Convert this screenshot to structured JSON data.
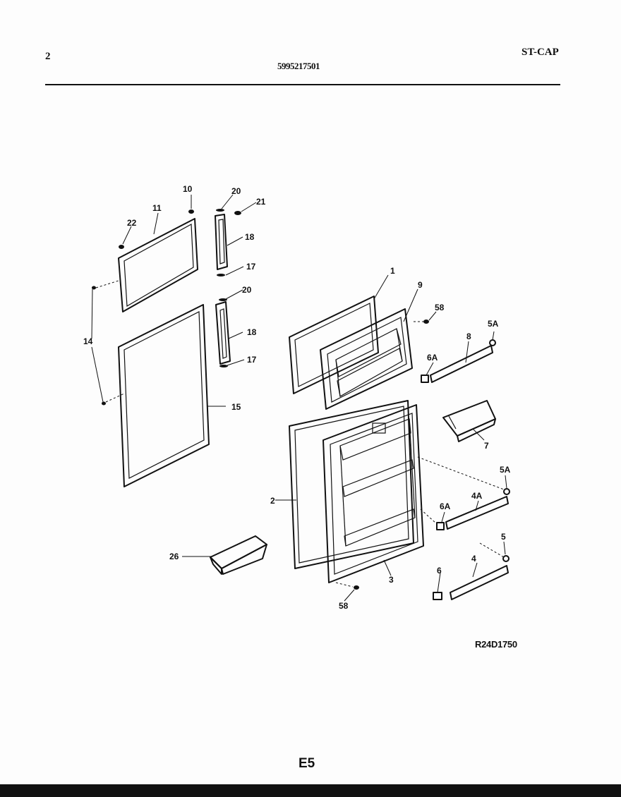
{
  "header": {
    "page_number": "2",
    "model_number": "5995217501",
    "section_code": "ST-CAP"
  },
  "diagram": {
    "reference_code": "R24D1750",
    "footer_label": "E5",
    "part_labels": {
      "p10": "10",
      "p11": "11",
      "p22": "22",
      "p20a": "20",
      "p21": "21",
      "p18a": "18",
      "p17a": "17",
      "p20b": "20",
      "p18b": "18",
      "p17b": "17",
      "p14": "14",
      "p15": "15",
      "p1": "1",
      "p9": "9",
      "p58a": "58",
      "p8": "8",
      "p5Aa": "5A",
      "p6Aa": "6A",
      "p7": "7",
      "p2": "2",
      "p5Ab": "5A",
      "p4A": "4A",
      "p6Ab": "6A",
      "p26": "26",
      "p3": "3",
      "p5": "5",
      "p4": "4",
      "p6": "6",
      "p58b": "58"
    }
  }
}
